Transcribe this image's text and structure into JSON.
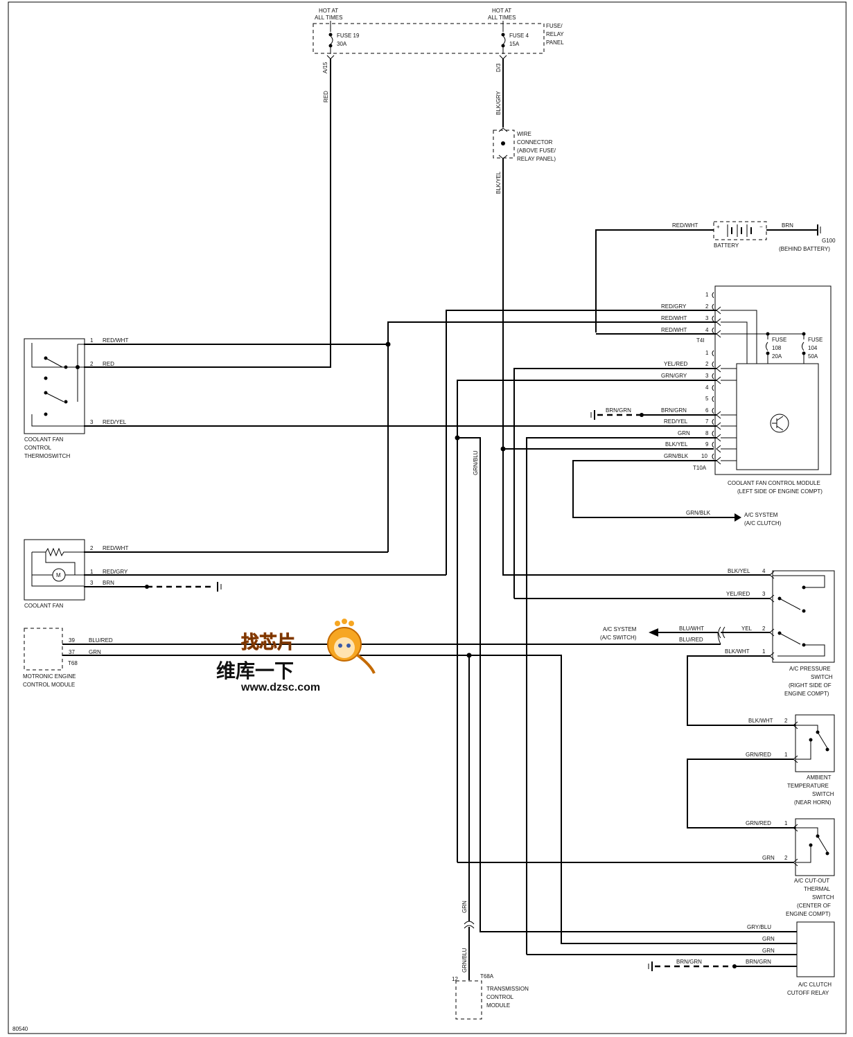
{
  "hot_fuse19": [
    "HOT AT",
    "ALL TIMES"
  ],
  "hot_fuse4": [
    "HOT AT",
    "ALL TIMES"
  ],
  "fuse_relay_panel": [
    "FUSE/",
    "RELAY",
    "PANEL"
  ],
  "fuse19": [
    "FUSE 19",
    "30A"
  ],
  "fuse4": [
    "FUSE 4",
    "15A"
  ],
  "fuse19_terminal": "A/15",
  "fuse4_terminal": "D/3",
  "wire_connector_label": [
    "WIRE",
    "CONNECTOR",
    "(ABOVE FUSE/",
    "RELAY PANEL)"
  ],
  "battery": {
    "label": "BATTERY",
    "pos_wire": "RED/WHT",
    "neg_wire": "BRN"
  },
  "ground_g100": [
    "G100",
    "(BEHIND BATTERY)"
  ],
  "thermoswitch": {
    "label": [
      "COOLANT FAN",
      "CONTROL",
      "THERMOSWITCH"
    ],
    "pins": [
      {
        "num": "1",
        "wire": "RED/WHT"
      },
      {
        "num": "2",
        "wire": "RED"
      },
      {
        "num": "3",
        "wire": "RED/YEL"
      }
    ]
  },
  "coolant_fan": {
    "label": "COOLANT FAN",
    "pins": [
      {
        "num": "2",
        "wire": "RED/WHT"
      },
      {
        "num": "1",
        "wire": "RED/GRY"
      },
      {
        "num": "3",
        "wire": "BRN"
      }
    ]
  },
  "motronic": {
    "label": [
      "MOTRONIC ENGINE",
      "CONTROL MODULE"
    ],
    "connector": "T68",
    "pins": [
      {
        "num": "39",
        "wire": "BLU/RED"
      },
      {
        "num": "37",
        "wire": "GRN"
      }
    ]
  },
  "t4l": {
    "connector": "T4I",
    "pins": [
      {
        "num": "1",
        "wire": ""
      },
      {
        "num": "2",
        "wire": "RED/GRY"
      },
      {
        "num": "3",
        "wire": "RED/WHT"
      },
      {
        "num": "4",
        "wire": "RED/WHT"
      }
    ]
  },
  "t10a": {
    "connector": "T10A",
    "pins": [
      {
        "num": "1",
        "wire": ""
      },
      {
        "num": "2",
        "wire": "YEL/RED"
      },
      {
        "num": "3",
        "wire": "GRN/GRY"
      },
      {
        "num": "4",
        "wire": ""
      },
      {
        "num": "5",
        "wire": ""
      },
      {
        "num": "6",
        "wire": "BRN/GRN"
      },
      {
        "num": "7",
        "wire": "RED/YEL"
      },
      {
        "num": "8",
        "wire": "GRN"
      },
      {
        "num": "9",
        "wire": "BLK/YEL"
      },
      {
        "num": "10",
        "wire": "GRN/BLK"
      }
    ]
  },
  "fuse108": [
    "FUSE",
    "108",
    "20A"
  ],
  "fuse104": [
    "FUSE",
    "104",
    "50A"
  ],
  "fan_module_label": [
    "COOLANT FAN CONTROL MODULE",
    "(LEFT SIDE OF ENGINE COMPT)"
  ],
  "ac_clutch_arrow": {
    "wire": "GRN/BLK",
    "label": [
      "A/C SYSTEM",
      "(A/C CLUTCH)"
    ]
  },
  "ac_switch_arrow": {
    "wire": "BLU/WHT",
    "label": [
      "A/C SYSTEM",
      "(A/C SWITCH)"
    ]
  },
  "ac_pressure": {
    "label": [
      "A/C PRESSURE",
      "SWITCH",
      "(RIGHT SIDE OF",
      "ENGINE COMPT)"
    ],
    "pins": [
      {
        "num": "4",
        "wire": "BLK/YEL"
      },
      {
        "num": "3",
        "wire": "YEL/RED"
      },
      {
        "num": "2",
        "wire": "YEL"
      },
      {
        "num": "1",
        "wire": "BLK/WHT"
      }
    ],
    "blu_red": "BLU/RED"
  },
  "ambient": {
    "label": [
      "AMBIENT",
      "TEMPERATURE",
      "SWITCH",
      "(NEAR HORN)"
    ],
    "pins": [
      {
        "num": "2",
        "wire": "BLK/WHT"
      },
      {
        "num": "1",
        "wire": "GRN/RED"
      }
    ]
  },
  "cutout_thermal": {
    "label": [
      "A/C CUT-OUT",
      "THERMAL",
      "SWITCH",
      "(CENTER OF",
      "ENGINE COMPT)"
    ],
    "pins": [
      {
        "num": "1",
        "wire": "GRN/RED"
      },
      {
        "num": "2",
        "wire": "GRN"
      }
    ]
  },
  "clutch_relay": {
    "label": [
      "A/C CLUTCH",
      "CUTOFF RELAY"
    ],
    "wires": [
      "GRY/BLU",
      "GRN",
      "GRN",
      "BRN/GRN"
    ],
    "ground_wire": "BRN/GRN"
  },
  "tcm": {
    "label": [
      "TRANSMISSION",
      "CONTROL",
      "MODULE"
    ],
    "connector": "T68A",
    "pin": "12",
    "wire_upper": "GRN",
    "wire_lower": "GRN/BLU"
  },
  "vertical_labels": {
    "red": "RED",
    "blk_gry": "BLK/GRY",
    "blk_yel": "BLK/YEL",
    "grn_blu": "GRN/BLU"
  },
  "module_ground_wire": "BRN/GRN",
  "diagram_code": "80540",
  "watermark": {
    "cn1": "找芯片",
    "cn2": "维库一下",
    "url": "www.dzsc.com"
  }
}
